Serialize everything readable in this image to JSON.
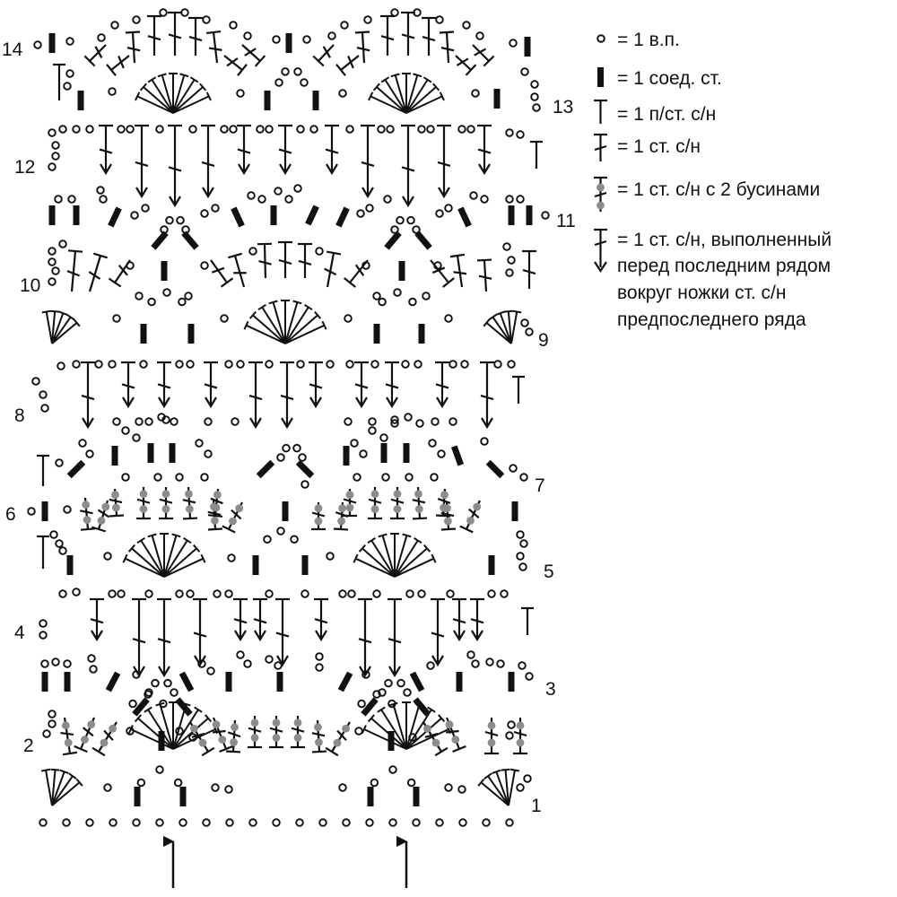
{
  "row_numbers": [
    "1",
    "2",
    "3",
    "4",
    "5",
    "6",
    "7",
    "8",
    "9",
    "10",
    "11",
    "12",
    "13",
    "14"
  ],
  "legend": [
    {
      "icon": "chain-stitch-icon",
      "text": "= 1 в.п."
    },
    {
      "icon": "slip-stitch-icon",
      "text": "= 1 соед. ст."
    },
    {
      "icon": "half-double-crochet-icon",
      "text": "= 1 п/ст. с/н"
    },
    {
      "icon": "double-crochet-icon",
      "text": "= 1 ст. с/н"
    },
    {
      "icon": "double-crochet-beads-icon",
      "text": "= 1 ст. с/н с 2 бусинами"
    },
    {
      "icon": "front-post-double-crochet-icon",
      "lines": [
        "= 1 ст. с/н, выполненный",
        "перед последним рядом",
        "вокруг ножки ст. с/н",
        "предпоследнего ряда"
      ]
    }
  ],
  "repeat_arrows": [
    "repeat-start-arrow",
    "repeat-end-arrow"
  ],
  "colors": {
    "ink": "#111111",
    "bead": "#8c8c8c"
  }
}
